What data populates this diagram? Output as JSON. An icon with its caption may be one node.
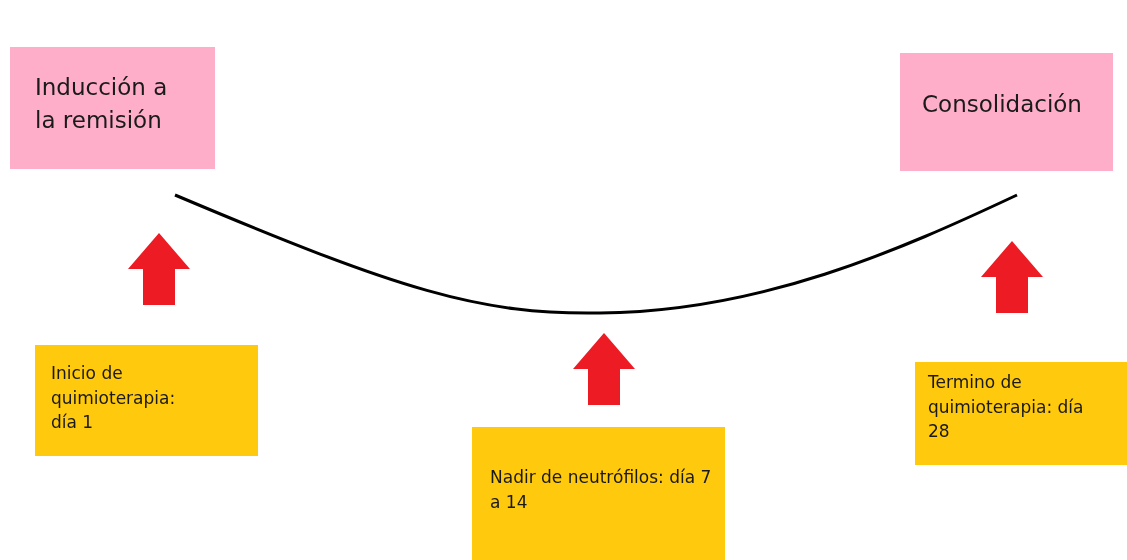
{
  "diagram": {
    "nodes": [
      {
        "text": [
          "Inducción a la remisión"
        ]
      },
      {
        "text": [
          "Consolidación"
        ]
      },
      {
        "text": [
          "Inicio de quimioterapia: día 1"
        ]
      },
      {
        "text": [
          "Nadir de neutrófilos: día 7 a 14"
        ]
      },
      {
        "text": [
          "Termino de quimioterapia: día 28"
        ]
      }
    ]
  }
}
